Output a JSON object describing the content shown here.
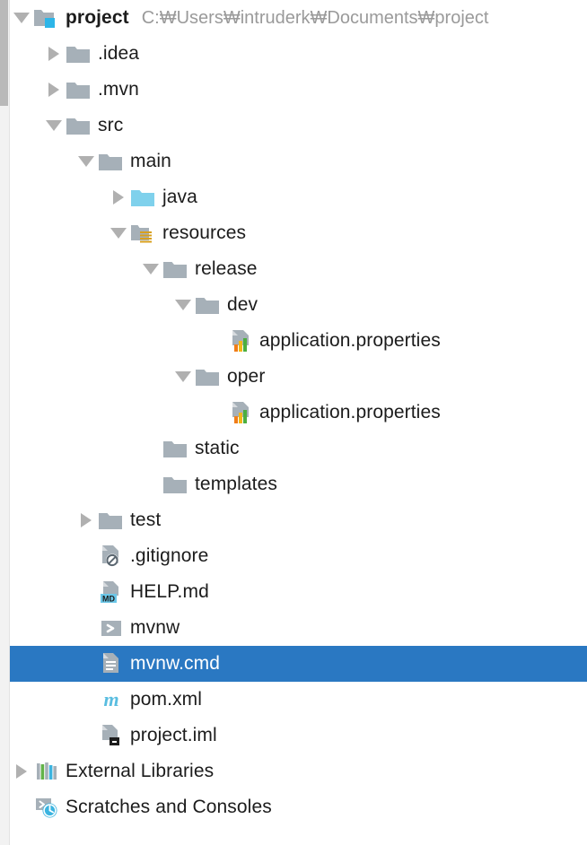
{
  "window": {
    "title": "Project tool window",
    "background_color": "#ffffff",
    "selection_color": "#2a78c2",
    "text_color": "#1c1c1c",
    "muted_text_color": "#9a9a9a"
  },
  "scrollbar": {
    "name": "vertical-scrollbar",
    "thumb_color": "#b9b9b9",
    "track_color": "#f2f2f2"
  },
  "tree": {
    "nodes": [
      {
        "label": "project",
        "path": "C:₩Users₩intruderk₩Documents₩project",
        "icon": "module-folder-icon",
        "depth": 0,
        "twisty": "expanded",
        "bold": true,
        "selected": false
      },
      {
        "label": ".idea",
        "path": "",
        "icon": "folder-icon",
        "depth": 1,
        "twisty": "collapsed",
        "bold": false,
        "selected": false
      },
      {
        "label": ".mvn",
        "path": "",
        "icon": "folder-icon",
        "depth": 1,
        "twisty": "collapsed",
        "bold": false,
        "selected": false
      },
      {
        "label": "src",
        "path": "",
        "icon": "folder-icon",
        "depth": 1,
        "twisty": "expanded",
        "bold": false,
        "selected": false
      },
      {
        "label": "main",
        "path": "",
        "icon": "folder-icon",
        "depth": 2,
        "twisty": "expanded",
        "bold": false,
        "selected": false
      },
      {
        "label": "java",
        "path": "",
        "icon": "sources-root-folder-icon",
        "depth": 3,
        "twisty": "collapsed",
        "bold": false,
        "selected": false
      },
      {
        "label": "resources",
        "path": "",
        "icon": "resources-root-folder-icon",
        "depth": 3,
        "twisty": "expanded",
        "bold": false,
        "selected": false
      },
      {
        "label": "release",
        "path": "",
        "icon": "folder-icon",
        "depth": 4,
        "twisty": "expanded",
        "bold": false,
        "selected": false
      },
      {
        "label": "dev",
        "path": "",
        "icon": "folder-icon",
        "depth": 5,
        "twisty": "expanded",
        "bold": false,
        "selected": false
      },
      {
        "label": "application.properties",
        "path": "",
        "icon": "properties-file-icon",
        "depth": 6,
        "twisty": "none",
        "bold": false,
        "selected": false
      },
      {
        "label": "oper",
        "path": "",
        "icon": "folder-icon",
        "depth": 5,
        "twisty": "expanded",
        "bold": false,
        "selected": false
      },
      {
        "label": "application.properties",
        "path": "",
        "icon": "properties-file-icon",
        "depth": 6,
        "twisty": "none",
        "bold": false,
        "selected": false
      },
      {
        "label": "static",
        "path": "",
        "icon": "folder-icon",
        "depth": 4,
        "twisty": "none",
        "bold": false,
        "selected": false
      },
      {
        "label": "templates",
        "path": "",
        "icon": "folder-icon",
        "depth": 4,
        "twisty": "none",
        "bold": false,
        "selected": false
      },
      {
        "label": "test",
        "path": "",
        "icon": "folder-icon",
        "depth": 2,
        "twisty": "collapsed",
        "bold": false,
        "selected": false
      },
      {
        "label": ".gitignore",
        "path": "",
        "icon": "gitignore-file-icon",
        "depth": 2,
        "twisty": "none",
        "bold": false,
        "selected": false
      },
      {
        "label": "HELP.md",
        "path": "",
        "icon": "markdown-file-icon",
        "depth": 2,
        "twisty": "none",
        "bold": false,
        "selected": false
      },
      {
        "label": "mvnw",
        "path": "",
        "icon": "shell-script-icon",
        "depth": 2,
        "twisty": "none",
        "bold": false,
        "selected": false
      },
      {
        "label": "mvnw.cmd",
        "path": "",
        "icon": "text-file-icon",
        "depth": 2,
        "twisty": "none",
        "bold": false,
        "selected": true
      },
      {
        "label": "pom.xml",
        "path": "",
        "icon": "maven-file-icon",
        "depth": 2,
        "twisty": "none",
        "bold": false,
        "selected": false
      },
      {
        "label": "project.iml",
        "path": "",
        "icon": "module-file-icon",
        "depth": 2,
        "twisty": "none",
        "bold": false,
        "selected": false
      },
      {
        "label": "External Libraries",
        "path": "",
        "icon": "external-libraries-icon",
        "depth": 0,
        "twisty": "collapsed",
        "bold": false,
        "selected": false
      },
      {
        "label": "Scratches and Consoles",
        "path": "",
        "icon": "scratches-icon",
        "depth": 0,
        "twisty": "none",
        "bold": false,
        "selected": false
      }
    ]
  },
  "icon_colors": {
    "folder_gray": "#a6b0b8",
    "sources_blue": "#7fd1ec",
    "badge_cyan": "#2cb5e8",
    "resources_orange": "#d8a01e",
    "markdown_badge": "#6bc7e8",
    "maven_m": "#59bde0",
    "bar_orange": "#f07d18",
    "bar_yellow": "#f3b718",
    "bar_green": "#4caf3f",
    "lib_green": "#62b34a",
    "lib_cyan": "#3bb4e0",
    "lib_gray": "#a6b0b8"
  }
}
